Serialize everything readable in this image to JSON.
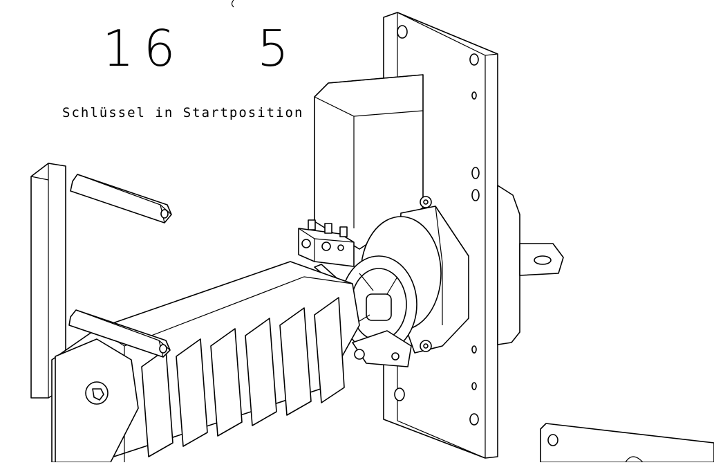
{
  "labels": {
    "number_left": "16",
    "number_right": "5",
    "caption": "Schlüssel in Startposition"
  },
  "colors": {
    "line": "#000000",
    "background": "#ffffff"
  }
}
